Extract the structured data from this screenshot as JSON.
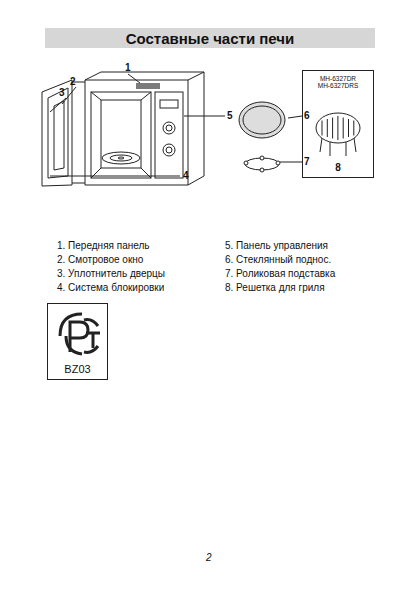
{
  "diagram": {
    "title": "Составные части печи",
    "nodes": [
      {
        "text": [
          "MH-6327DR",
          "MH-6327DRS",
          "8"
        ]
      },
      {
        "text": [
          "BZ03"
        ]
      }
    ],
    "labels": [
      "1",
      "2",
      "3",
      "4",
      "5",
      "6",
      "7",
      "1. Передняя панель",
      "2. Смотровое окно",
      "3. Уплотнитель дверцы",
      "4. Система блокировки",
      "5. Панель управления",
      "6. Стеклянный поднос.",
      "7. Роликовая подставка",
      "8. Решетка для гриля",
      "2"
    ]
  }
}
